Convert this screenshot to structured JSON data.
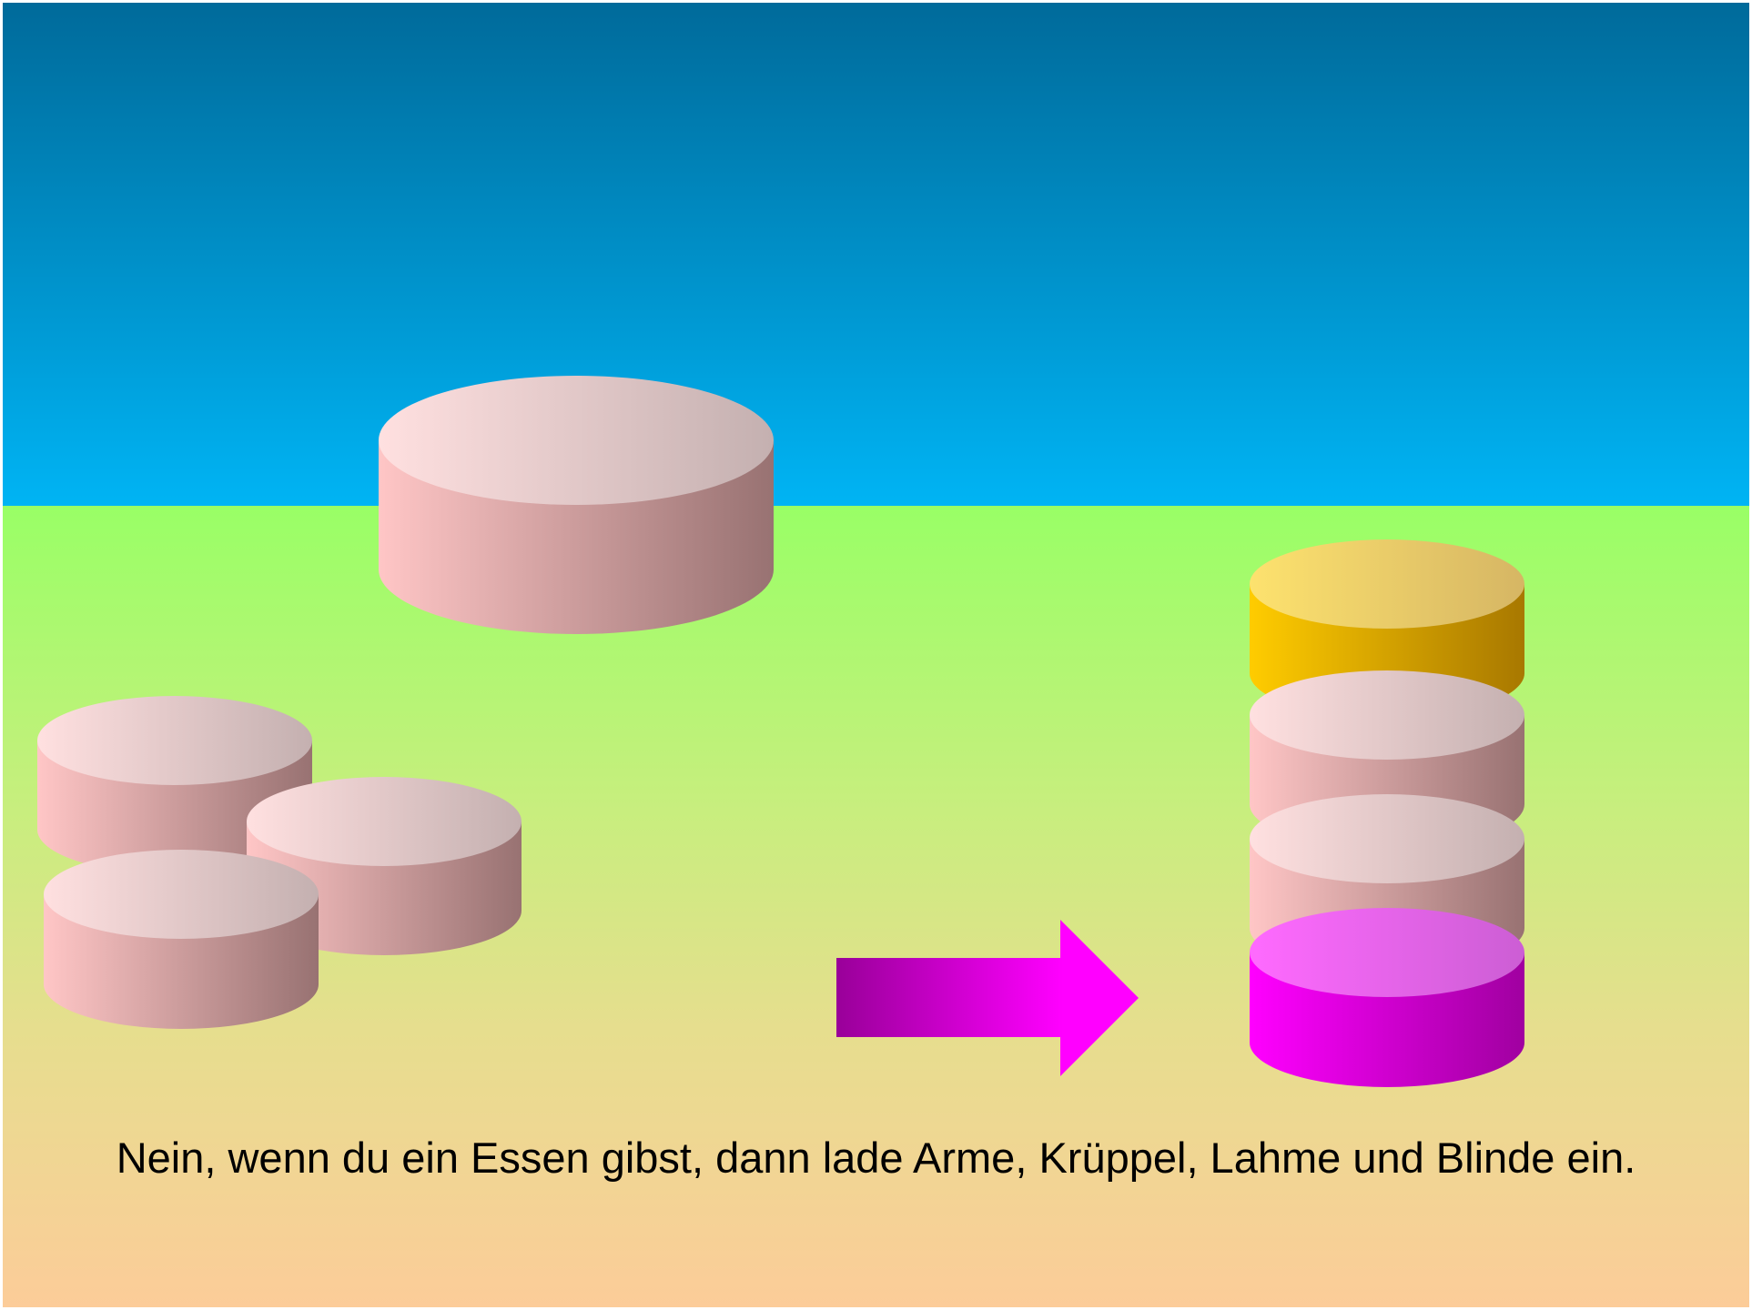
{
  "caption": "Nein, wenn du ein Essen gibst, dann lade Arme, Krüppel, Lahme und Blinde ein.",
  "colors": {
    "sky_top": "#006a9a",
    "sky_bottom": "#00b4f4",
    "ground_top": "#99ff66",
    "ground_mid": "#c8ee7e",
    "ground_bottom": "#fccc99",
    "pink_body_light": "#ffc6c6",
    "pink_body_dark": "#987272",
    "pink_top_light": "#ffe0e0",
    "pink_top_dark": "#c4b0b0",
    "gold_body_light": "#ffcc00",
    "gold_body_dark": "#a87800",
    "gold_top_light": "#fde26e",
    "gold_top_dark": "#d6b664",
    "magenta_body_light": "#ff00ff",
    "magenta_body_dark": "#a000a0",
    "magenta_top_light": "#ff6aff",
    "magenta_top_dark": "#cc5ed4",
    "arrow_light": "#ff00ff",
    "arrow_dark": "#990099"
  },
  "shapes": {
    "large_disc": "pink",
    "left_discs": [
      "pink",
      "pink",
      "pink"
    ],
    "arrow_icon": "right-arrow-icon",
    "stack_discs_bottom_to_top": [
      "magenta",
      "pink",
      "pink",
      "gold"
    ]
  }
}
